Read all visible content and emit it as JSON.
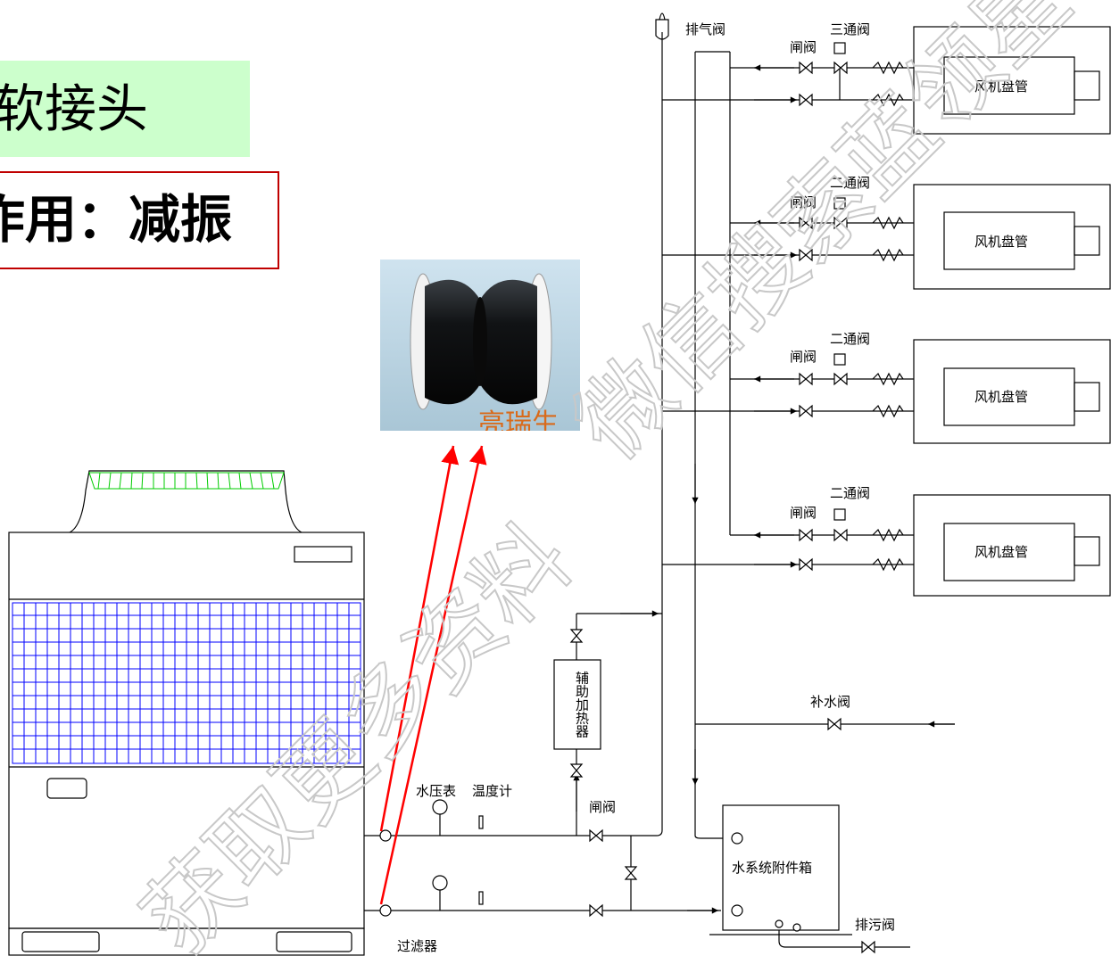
{
  "slide": {
    "title": "软接头",
    "purpose": "作用：减振"
  },
  "labels": {
    "air_vent_valve": "排气阀",
    "three_way_valve": "三通阀",
    "two_way_valve": "二通阀",
    "gate_valve": "闸阀",
    "fan_coil": "风机盘管",
    "aux_heater": "辅助加热器",
    "makeup_valve": "补水阀",
    "pressure_gauge": "水压表",
    "thermometer": "温度计",
    "accessory_box": "水系统附件箱",
    "drain_valve": "排污阀",
    "strainer": "过滤器"
  },
  "photo": {
    "caption_fragment": "亮瑞生"
  },
  "watermark": {
    "line1": "获取更多资料",
    "line2": "微信搜索蓝领星"
  },
  "colors": {
    "title_bg": "#ccffcc",
    "purpose_border": "#c00000",
    "callout_arrow": "#ff0000",
    "grille": "#0000ff",
    "fan_top": "#00cc00"
  }
}
